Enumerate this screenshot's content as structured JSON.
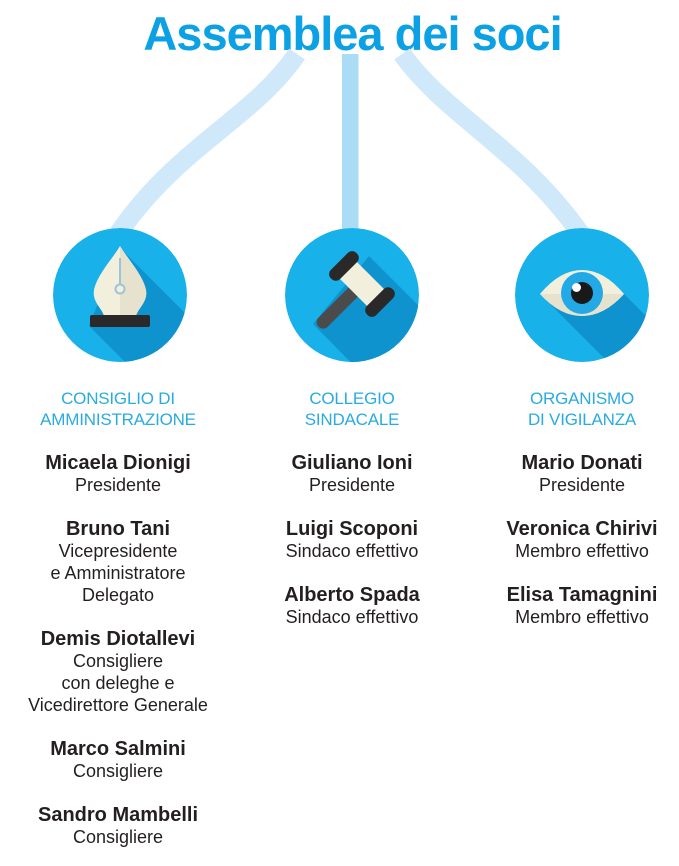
{
  "page": {
    "title": "Assemblea dei soci"
  },
  "colors": {
    "background": "#ffffff",
    "title": "#0ca1e4",
    "header": "#29abe2",
    "text": "#231f20",
    "circle": "#18b1e9",
    "circle-shadow": "#0e93cf",
    "connector": "#cfe9fb",
    "connector-mid": "#aadcf6",
    "icon-cream": "#f2efdd",
    "icon-cream-dark": "#e6e2cd",
    "icon-dark": "#2b282a",
    "icon-gray": "#4b4b4b",
    "eye-iris": "#23aae6",
    "eye-pupil": "#191919"
  },
  "columns": [
    {
      "header": "CONSIGLIO DI\nAMMINISTRAZIONE",
      "icon": "pen-nib-icon",
      "members": [
        {
          "name": "Micaela Dionigi",
          "role": "Presidente"
        },
        {
          "name": "Bruno Tani",
          "role": "Vicepresidente\ne Amministratore\nDelegato"
        },
        {
          "name": "Demis Diotallevi",
          "role": "Consigliere\ncon deleghe e\nVicedirettore Generale"
        },
        {
          "name": "Marco Salmini",
          "role": "Consigliere"
        },
        {
          "name": "Sandro Mambelli",
          "role": "Consigliere"
        }
      ]
    },
    {
      "header": "COLLEGIO\nSINDACALE",
      "icon": "gavel-icon",
      "members": [
        {
          "name": "Giuliano Ioni",
          "role": "Presidente"
        },
        {
          "name": "Luigi Scoponi",
          "role": "Sindaco effettivo"
        },
        {
          "name": "Alberto Spada",
          "role": "Sindaco effettivo"
        }
      ]
    },
    {
      "header": "ORGANISMO\nDI VIGILANZA",
      "icon": "eye-icon",
      "members": [
        {
          "name": "Mario Donati",
          "role": "Presidente"
        },
        {
          "name": "Veronica Chirivi",
          "role": "Membro effettivo"
        },
        {
          "name": "Elisa Tamagnini",
          "role": "Membro effettivo"
        }
      ]
    }
  ]
}
